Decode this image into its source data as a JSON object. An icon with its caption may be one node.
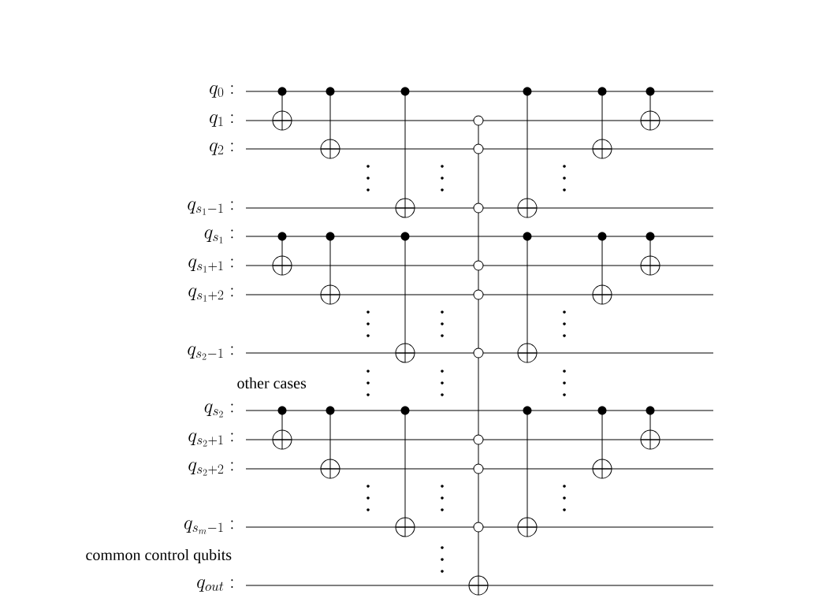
{
  "diagram": {
    "labels": [
      "q_{0} :",
      "q_{1} :",
      "q_{2} :",
      "q_{s_1-1} :",
      "q_{s_1} :",
      "q_{s_1+1} :",
      "q_{s_1+2} :",
      "q_{s_2-1} :",
      "other cases",
      "q_{s_2} :",
      "q_{s_2+1} :",
      "q_{s_2+2} :",
      "q_{s_m-1} :",
      "common control qubits",
      "q_{out} :"
    ]
  }
}
